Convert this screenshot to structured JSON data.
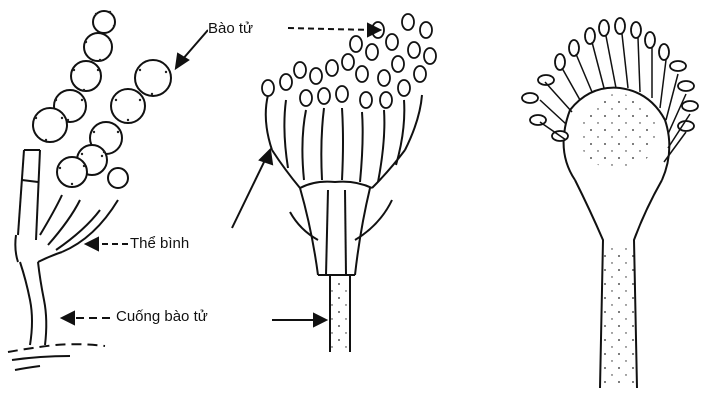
{
  "labels": {
    "spore": "Bào tử",
    "phialide": "Thể bình",
    "conidiophore": "Cuống bào tử"
  }
}
